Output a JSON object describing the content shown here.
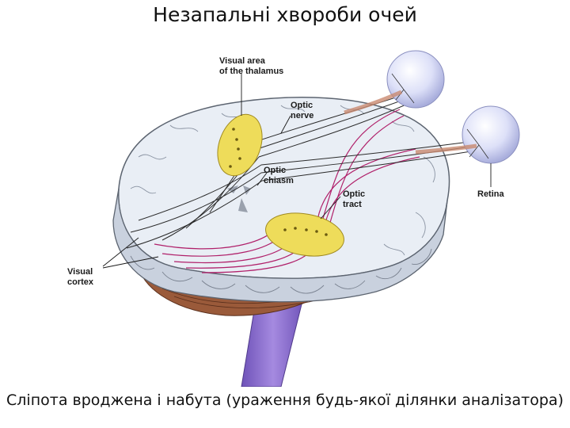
{
  "slide": {
    "title": "Незапальні хвороби очей",
    "caption": "Сліпота вроджена і набута (ураження будь-якої ділянки аналізатора)"
  },
  "diagram": {
    "labels": {
      "visual_area_line1": "Visual area",
      "visual_area_line2": "of the thalamus",
      "optic_nerve_line1": "Optic",
      "optic_nerve_line2": "nerve",
      "optic_chiasm_line1": "Optic",
      "optic_chiasm_line2": "chiasm",
      "optic_tract_line1": "Optic",
      "optic_tract_line2": "tract",
      "retina": "Retina",
      "visual_cortex_line1": "Visual",
      "visual_cortex_line2": "cortex"
    },
    "colors": {
      "brain": "#e9eef5",
      "brain_outline": "#5c6470",
      "cerebellum": "#9a5a3a",
      "thalamus": "#eedc5a",
      "tract": "#b0206a",
      "brainstem": "#8a6cc8",
      "eyeball": "#d8dcf6"
    }
  }
}
